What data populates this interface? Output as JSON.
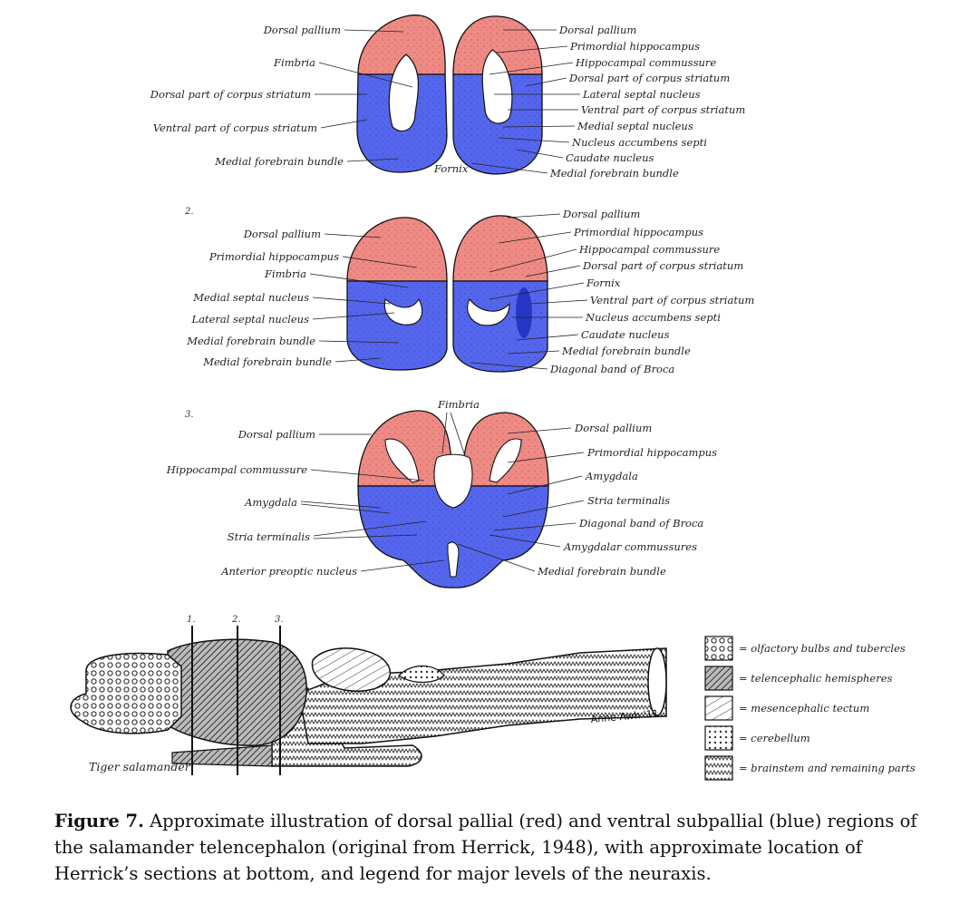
{
  "sections": [
    {
      "id": "1",
      "number": "",
      "left_labels": [
        "Dorsal pallium",
        "Fimbria",
        "Dorsal part of corpus striatum",
        "Ventral part of corpus striatum",
        "Medial forebrain bundle"
      ],
      "right_labels": [
        "Dorsal pallium",
        "Primordial hippocampus",
        "Hippocampal commussure",
        "Dorsal part of corpus striatum",
        "Lateral septal nucleus",
        "Ventral part of corpus striatum",
        "Medial septal nucleus",
        "Nucleus accumbens septi",
        "Caudate nucleus",
        "Medial forebrain bundle"
      ],
      "center_label": "Fornix"
    },
    {
      "id": "2",
      "number": "2.",
      "left_labels": [
        "Dorsal pallium",
        "Primordial hippocampus",
        "Fimbria",
        "Medial septal nucleus",
        "Lateral septal nucleus",
        "Medial forebrain bundle",
        "Medial forebrain bundle"
      ],
      "right_labels": [
        "Dorsal pallium",
        "Primordial hippocampus",
        "Hippocampal commussure",
        "Dorsal part of corpus striatum",
        "Fornix",
        "Ventral part of corpus striatum",
        "Nucleus accumbens septi",
        "Caudate nucleus",
        "Medial forebrain bundle",
        "Diagonal band of Broca"
      ],
      "center_label": ""
    },
    {
      "id": "3",
      "number": "3.",
      "left_labels": [
        "Dorsal pallium",
        "Hippocampal commussure",
        "Amygdala",
        "Stria terminalis",
        "Anterior preoptic nucleus"
      ],
      "right_labels": [
        "Dorsal pallium",
        "Primordial hippocampus",
        "Amygdala",
        "Stria terminalis",
        "Diagonal band of Broca",
        "Amygdalar commussures",
        "Medial forebrain bundle"
      ],
      "center_label": "Fimbria"
    }
  ],
  "brain": {
    "section_marks": [
      "1.",
      "2.",
      "3."
    ],
    "species_label": "Tiger salamander",
    "signature": "Anne Awh '11"
  },
  "legend": [
    {
      "label": "= olfactory bulbs and tubercles",
      "pattern": "circles"
    },
    {
      "label": "= telencephalic hemispheres",
      "pattern": "dense-hatch"
    },
    {
      "label": "= mesencephalic tectum",
      "pattern": "diagonal"
    },
    {
      "label": "= cerebellum",
      "pattern": "dots"
    },
    {
      "label": "= brainstem and remaining parts",
      "pattern": "zigzag"
    }
  ],
  "colors": {
    "pallium": "#f08a84",
    "subpallium": "#5566ee"
  },
  "caption": {
    "label": "Figure 7.",
    "text": " Approximate illustration of dorsal pallial (red) and ventral subpallial (blue) regions of the salamander telencephalon (original from Herrick, 1948), with approximate location of Herrick’s sections at bottom, and legend for major levels of the neuraxis."
  }
}
